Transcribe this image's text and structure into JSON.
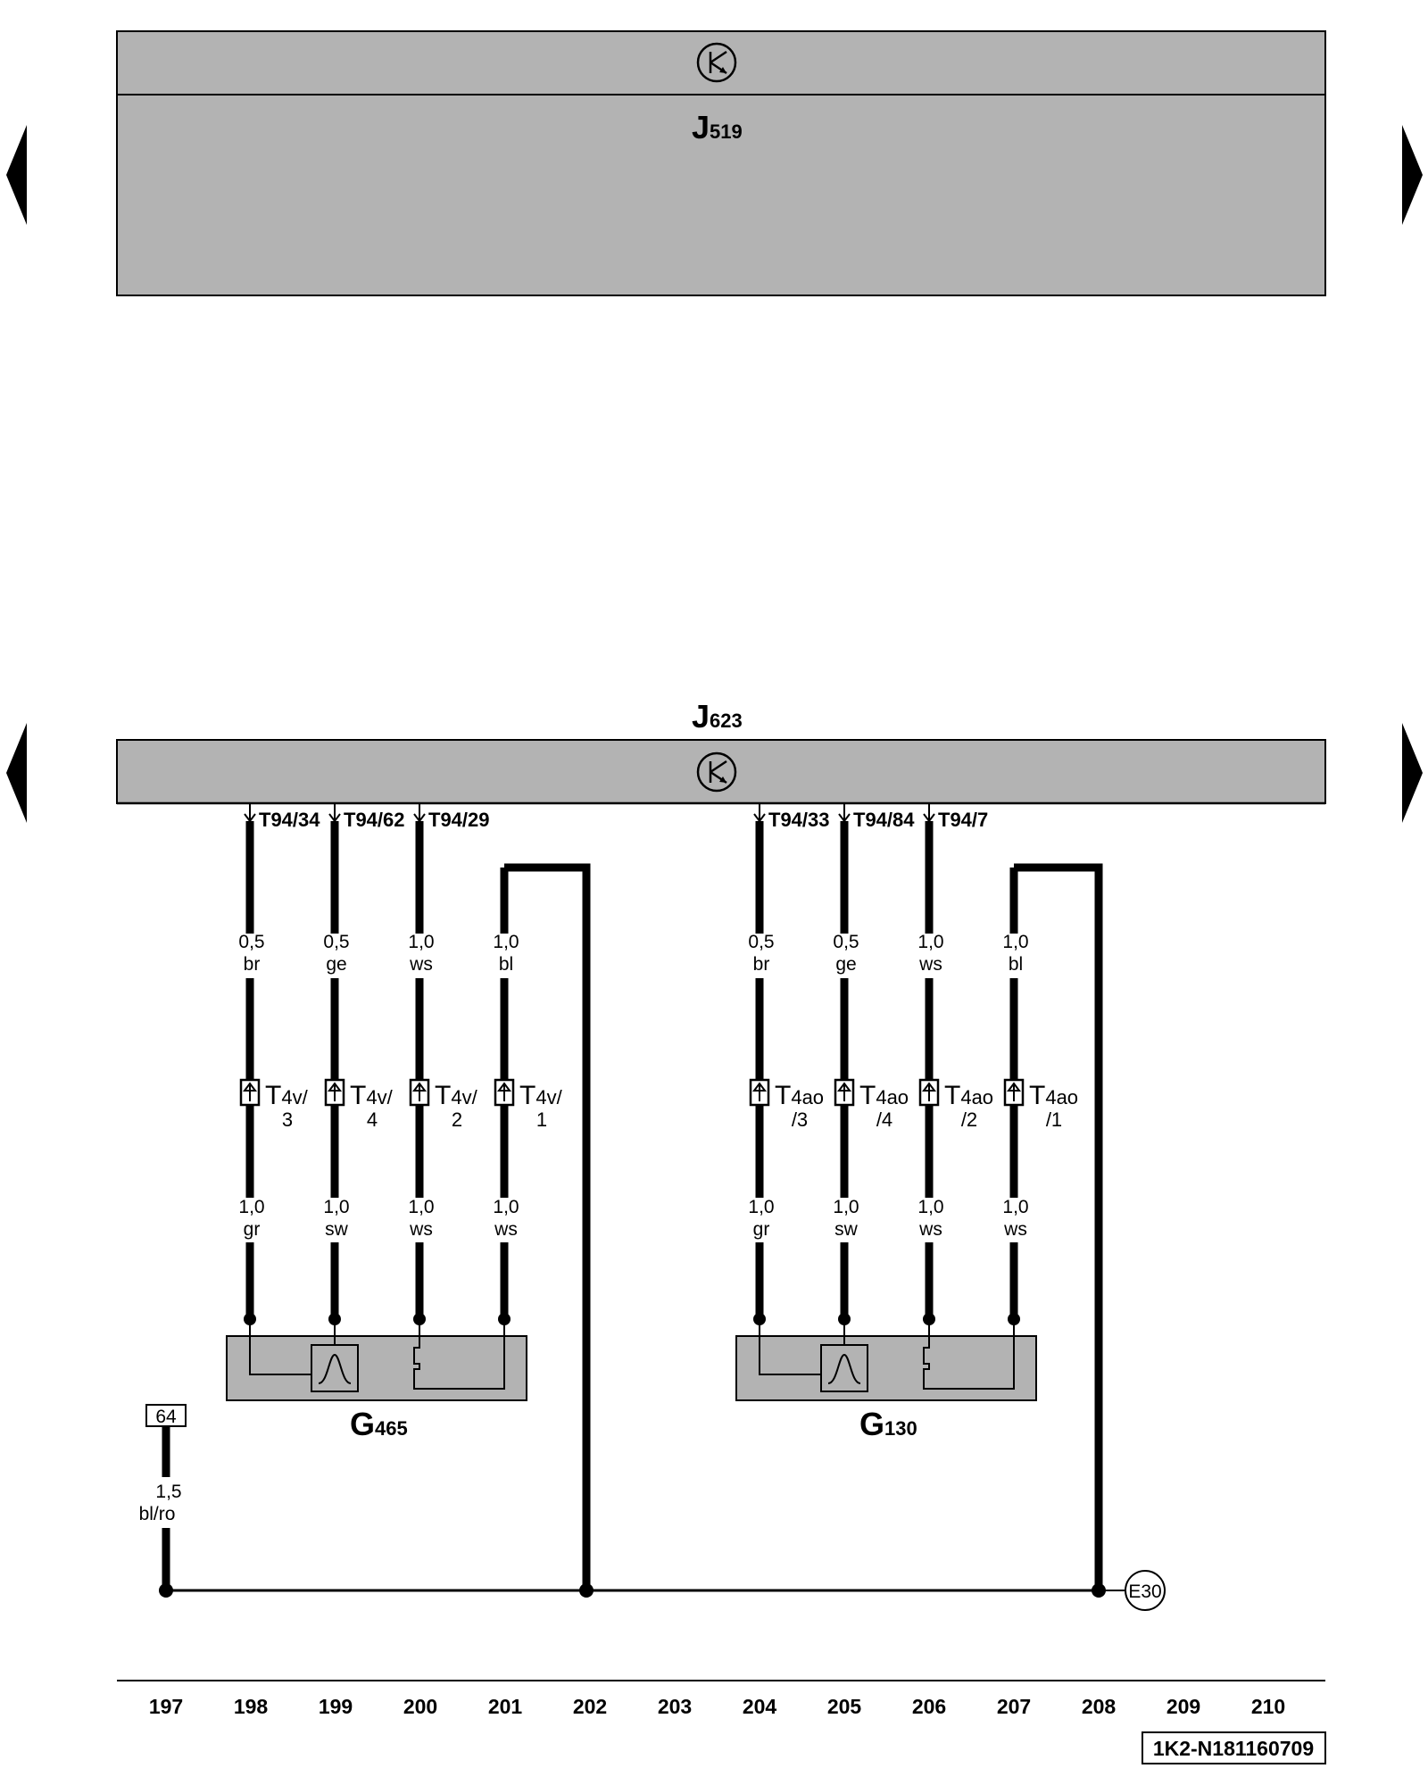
{
  "components": {
    "J519": {
      "letter": "J",
      "number": "519",
      "symbol": "transistor-icon"
    },
    "J623": {
      "letter": "J",
      "number": "623",
      "symbol": "transistor-icon"
    },
    "G465": {
      "letter": "G",
      "number": "465"
    },
    "G130": {
      "letter": "G",
      "number": "130"
    }
  },
  "pins_left": [
    "T94/34",
    "T94/62",
    "T94/29"
  ],
  "pins_right": [
    "T94/33",
    "T94/84",
    "T94/7"
  ],
  "wires_upper_left": [
    {
      "size": "0,5",
      "color": "br"
    },
    {
      "size": "0,5",
      "color": "ge"
    },
    {
      "size": "1,0",
      "color": "ws"
    },
    {
      "size": "1,0",
      "color": "bl"
    }
  ],
  "wires_upper_right": [
    {
      "size": "0,5",
      "color": "br"
    },
    {
      "size": "0,5",
      "color": "ge"
    },
    {
      "size": "1,0",
      "color": "ws"
    },
    {
      "size": "1,0",
      "color": "bl"
    }
  ],
  "wires_lower_left": [
    {
      "size": "1,0",
      "color": "gr"
    },
    {
      "size": "1,0",
      "color": "sw"
    },
    {
      "size": "1,0",
      "color": "ws"
    },
    {
      "size": "1,0",
      "color": "ws"
    }
  ],
  "wires_lower_right": [
    {
      "size": "1,0",
      "color": "gr"
    },
    {
      "size": "1,0",
      "color": "sw"
    },
    {
      "size": "1,0",
      "color": "ws"
    },
    {
      "size": "1,0",
      "color": "ws"
    }
  ],
  "connectors_left": [
    {
      "main": "T",
      "sub": "4v/",
      "pin": "3"
    },
    {
      "main": "T",
      "sub": "4v/",
      "pin": "4"
    },
    {
      "main": "T",
      "sub": "4v/",
      "pin": "2"
    },
    {
      "main": "T",
      "sub": "4v/",
      "pin": "1"
    }
  ],
  "connectors_right": [
    {
      "main": "T",
      "sub": "4ao",
      "pin": "/3"
    },
    {
      "main": "T",
      "sub": "4ao",
      "pin": "/4"
    },
    {
      "main": "T",
      "sub": "4ao",
      "pin": "/2"
    },
    {
      "main": "T",
      "sub": "4ao",
      "pin": "/1"
    }
  ],
  "fuse_ref": "64",
  "ground_wire": {
    "size": "1,5",
    "color": "bl/ro"
  },
  "ground_ref": "E30",
  "track_numbers": [
    "197",
    "198",
    "199",
    "200",
    "201",
    "202",
    "203",
    "204",
    "205",
    "206",
    "207",
    "208",
    "209",
    "210"
  ],
  "doc_id": "1K2-N181160709",
  "colors": {
    "module_fill": "#b3b3b3",
    "wire": "#000000",
    "background": "#ffffff"
  }
}
